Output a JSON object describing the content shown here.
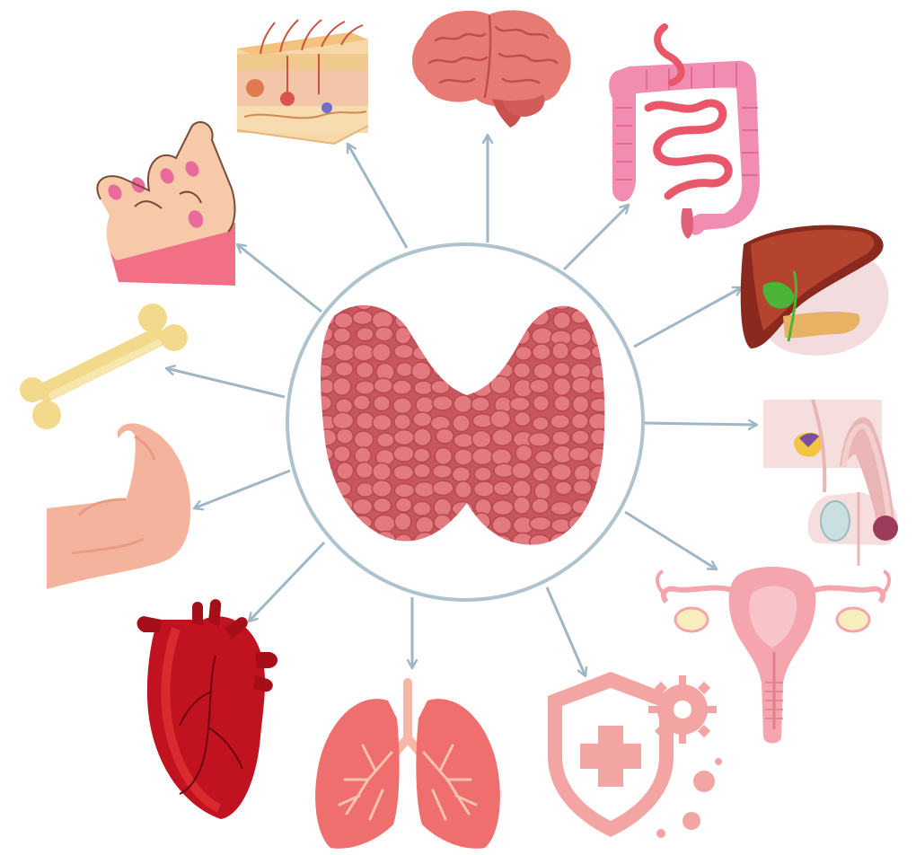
{
  "diagram": {
    "center": {
      "icon": "thyroid-gland-icon"
    },
    "targets": [
      {
        "id": "skin",
        "icon": "skin-layers-icon"
      },
      {
        "id": "brain",
        "icon": "brain-icon"
      },
      {
        "id": "intestines",
        "icon": "intestines-icon"
      },
      {
        "id": "liver",
        "icon": "liver-icon"
      },
      {
        "id": "male-reproductive",
        "icon": "male-reproductive-icon"
      },
      {
        "id": "female-reproductive",
        "icon": "uterus-icon"
      },
      {
        "id": "immune",
        "icon": "immune-shield-icon"
      },
      {
        "id": "lungs",
        "icon": "lungs-icon"
      },
      {
        "id": "heart",
        "icon": "heart-icon"
      },
      {
        "id": "muscle",
        "icon": "muscle-arm-icon"
      },
      {
        "id": "bone",
        "icon": "bone-icon"
      },
      {
        "id": "nails",
        "icon": "hand-nails-icon"
      }
    ],
    "colors": {
      "arrow": "#9fb7c4",
      "ring": "#aec3cd",
      "thyroid": "#e0737a",
      "thyroid_dark": "#c0525a"
    }
  }
}
